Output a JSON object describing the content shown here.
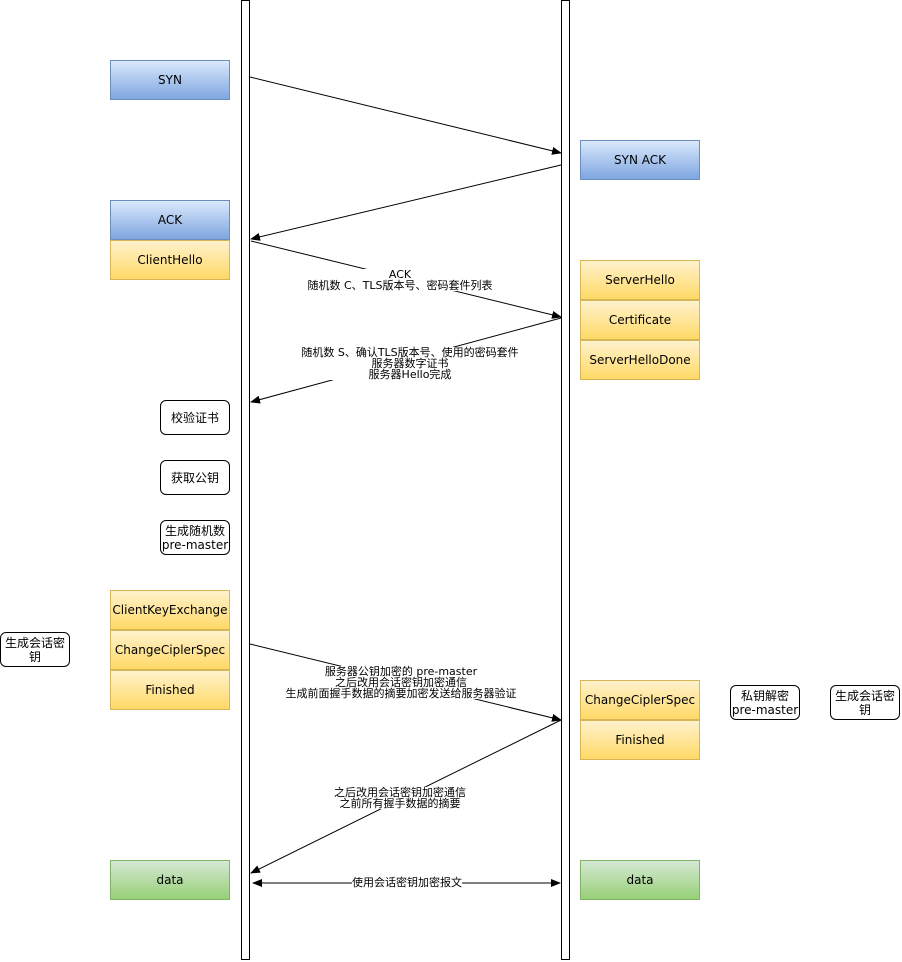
{
  "client_column": {
    "syn": "SYN",
    "ack": "ACK",
    "client_hello": "ClientHello",
    "verify_cert": "校验证书",
    "get_pubkey": "获取公钥",
    "gen_random_line1": "生成随机数",
    "gen_random_line2": "pre-master",
    "client_key_exchange": "ClientKeyExchange",
    "change_cipher_spec": "ChangeCiplerSpec",
    "finished": "Finished",
    "data": "data"
  },
  "client_side_note": {
    "line1": "生成会话密",
    "line2": "钥"
  },
  "server_column": {
    "syn_ack": "SYN ACK",
    "server_hello": "ServerHello",
    "certificate": "Certificate",
    "server_hello_done": "ServerHelloDone",
    "change_cipher_spec": "ChangeCiplerSpec",
    "finished": "Finished",
    "data": "data"
  },
  "server_side_notes": {
    "decrypt_line1": "私钥解密",
    "decrypt_line2": "pre-master",
    "session_key_line1": "生成会话密",
    "session_key_line2": "钥"
  },
  "messages": {
    "client_hello_line1": "ACK",
    "client_hello_line2": "随机数 C、TLS版本号、密码套件列表",
    "server_hello_line1": "随机数 S、确认TLS版本号、使用的密码套件",
    "server_hello_line2": "服务器数字证书",
    "server_hello_line3": "服务器Hello完成",
    "key_exchange_line1": "服务器公钥加密的 pre-master",
    "key_exchange_line2": "之后改用会话密钥加密通信",
    "key_exchange_line3": "生成前面握手数据的摘要加密发送给服务器验证",
    "server_finished_line1": "之后改用会话密钥加密通信",
    "server_finished_line2": "之前所有握手数据的摘要",
    "data_exchange": "使用会话密钥加密报文"
  }
}
